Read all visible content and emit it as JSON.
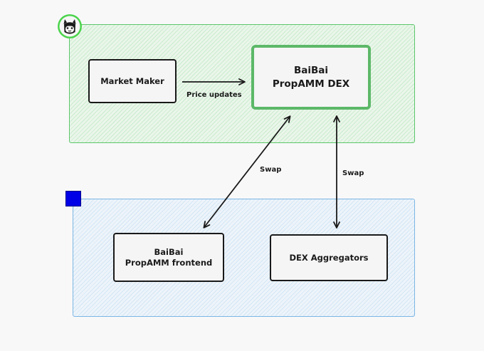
{
  "groups": {
    "top": {
      "color": "#5cc66a"
    },
    "bottom": {
      "color": "#7cb6e3"
    }
  },
  "nodes": {
    "market_maker": "Market Maker",
    "dex_line1": "BaiBai",
    "dex_line2": "PropAMM DEX",
    "frontend_line1": "BaiBai",
    "frontend_line2": "PropAMM frontend",
    "aggregators": "DEX Aggregators"
  },
  "edges": {
    "price_updates": "Price updates",
    "swap_frontend": "Swap",
    "swap_aggregators": "Swap"
  },
  "icons": {
    "logo": "alpaca-logo-icon",
    "handle": "selection-handle-icon"
  },
  "colors": {
    "accent_green": "#5cb868",
    "handle_blue": "#0000e6",
    "stroke": "#1a1a1a"
  }
}
